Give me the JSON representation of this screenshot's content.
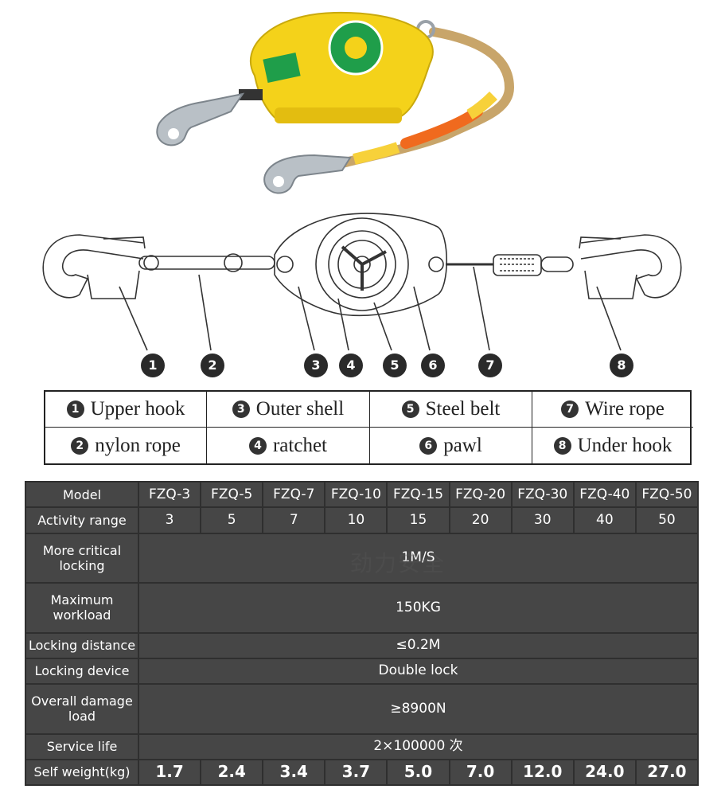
{
  "callouts": [
    "1",
    "2",
    "3",
    "4",
    "5",
    "6",
    "7",
    "8"
  ],
  "legend": [
    {
      "num": "1",
      "label": "Upper hook"
    },
    {
      "num": "3",
      "label": "Outer shell"
    },
    {
      "num": "5",
      "label": "Steel belt"
    },
    {
      "num": "7",
      "label": "Wire rope"
    },
    {
      "num": "2",
      "label": "nylon rope"
    },
    {
      "num": "4",
      "label": "ratchet"
    },
    {
      "num": "6",
      "label": "pawl"
    },
    {
      "num": "8",
      "label": "Under hook"
    }
  ],
  "spec": {
    "model_label": "Model",
    "models": [
      "FZQ-3",
      "FZQ-5",
      "FZQ-7",
      "FZQ-10",
      "FZQ-15",
      "FZQ-20",
      "FZQ-30",
      "FZQ-40",
      "FZQ-50"
    ],
    "activity_label": "Activity range",
    "activity": [
      "3",
      "5",
      "7",
      "10",
      "15",
      "20",
      "30",
      "40",
      "50"
    ],
    "critical_label": "More critical locking",
    "critical_value": "1M/S",
    "workload_label": "Maximum workload",
    "workload_value": "150KG",
    "distance_label": "Locking distance",
    "distance_value": "≤0.2M",
    "device_label": "Locking device",
    "device_value": "Double lock",
    "damage_label": "Overall damage load",
    "damage_value": "≥8900N",
    "life_label": "Service life",
    "life_value": "2×100000 次",
    "weight_label": "Self weight(kg)",
    "weights": [
      "1.7",
      "2.4",
      "3.4",
      "3.7",
      "5.0",
      "7.0",
      "12.0",
      "24.0",
      "27.0"
    ]
  },
  "watermark": "劲力安全",
  "colors": {
    "shell_yellow": "#f4d21a",
    "rope_orange": "#f06a1e",
    "rope_tan": "#c8a56a",
    "table_bg": "#2f2f2f",
    "cell_bg": "#464646"
  }
}
